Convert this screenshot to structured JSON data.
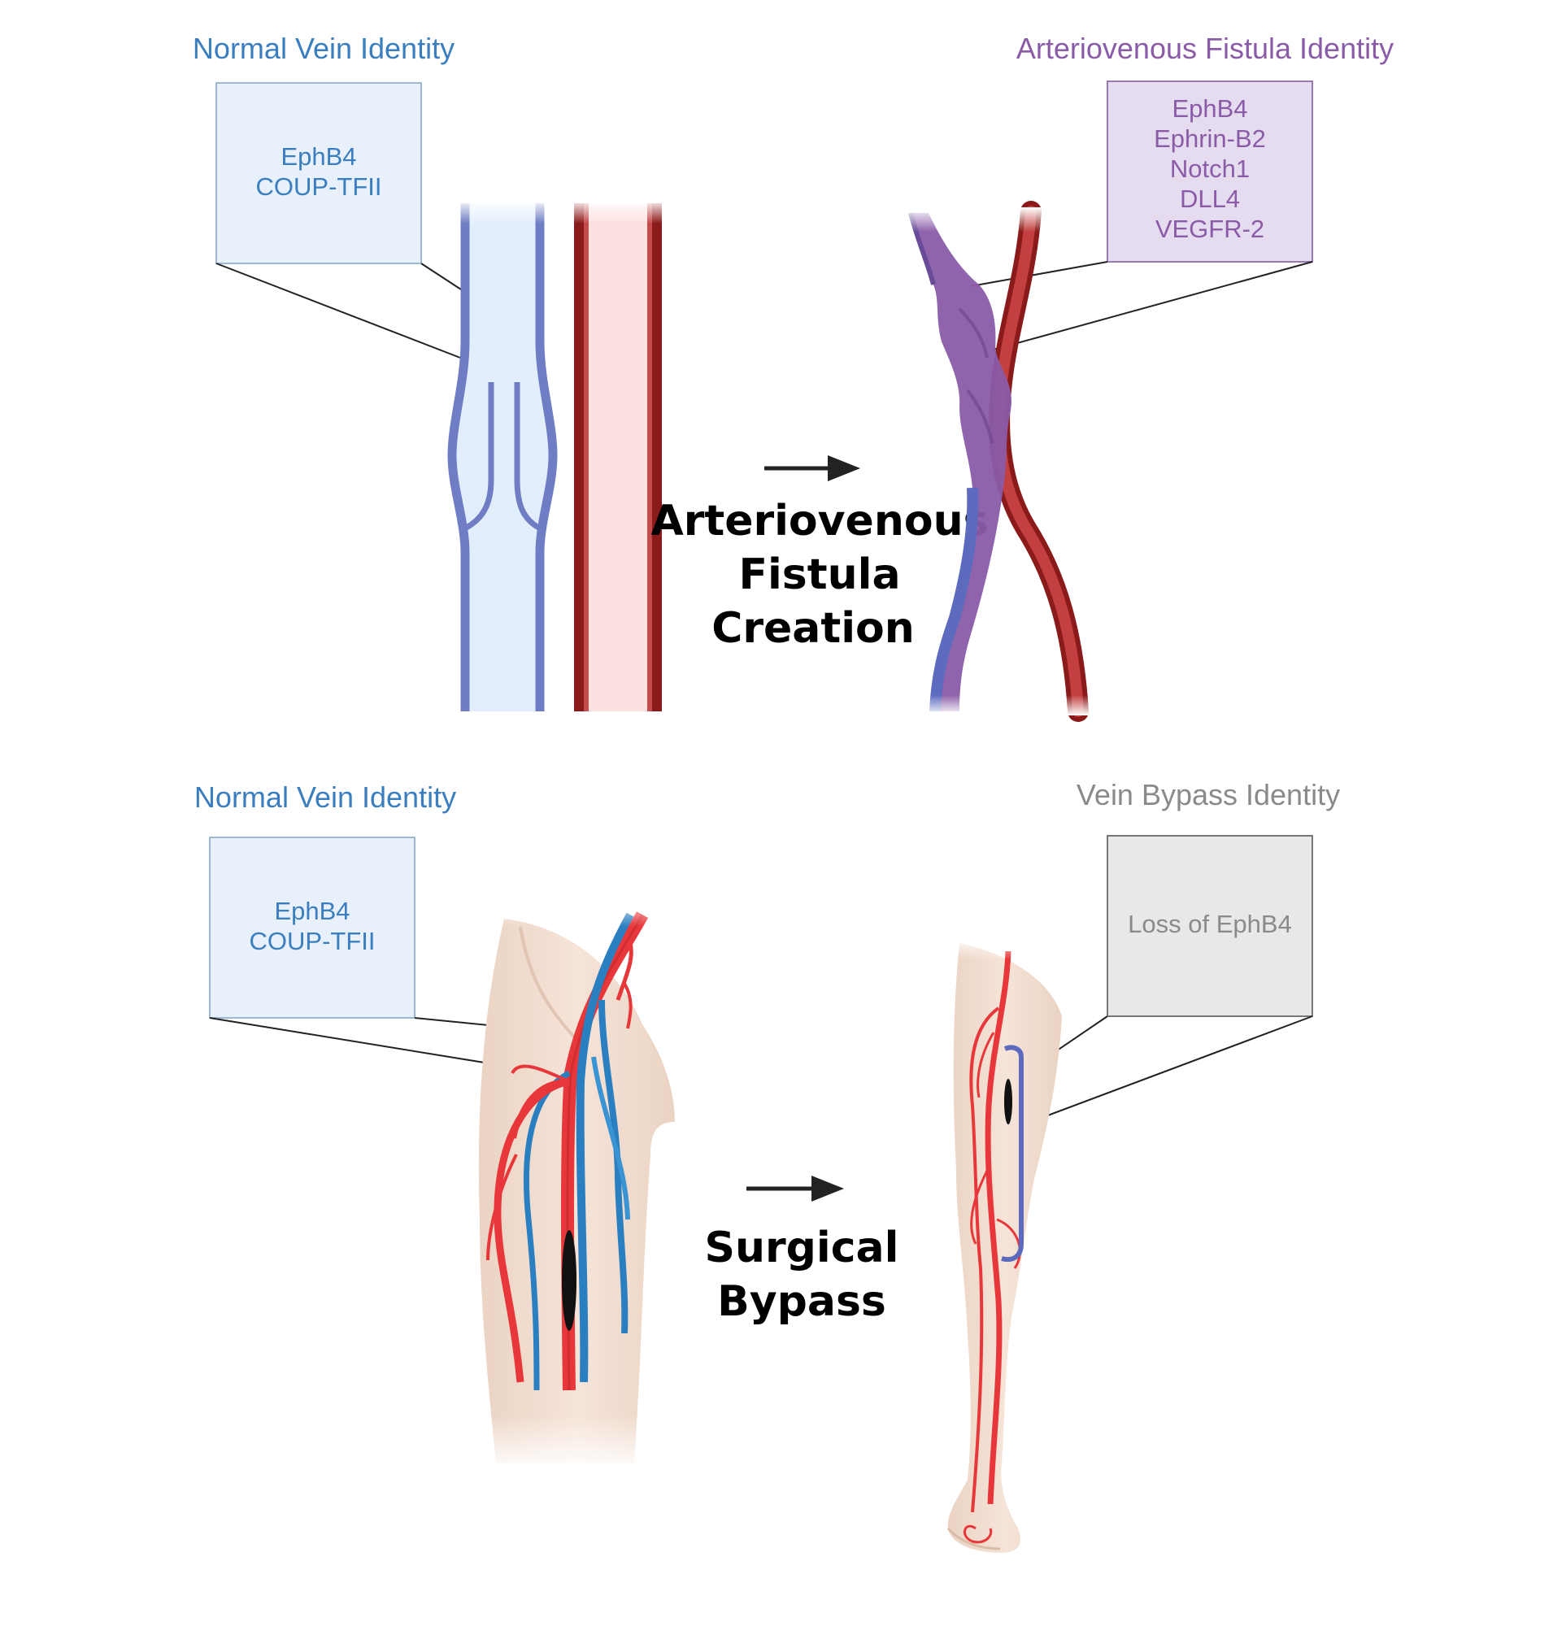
{
  "colors": {
    "vein_blue": "#6f7ec4",
    "artery_red": "#8b1a1a",
    "fistula_purple": "#8a5ca8",
    "normal_text": "#3a7ebf",
    "fistula_text": "#8a5ca8",
    "bypass_text": "#8a8a8a",
    "skin": "#f2dccd",
    "artery_bright": "#e8373a",
    "vein_cyan": "#2a7fc1"
  },
  "top": {
    "left_title": "Normal Vein Identity",
    "left_box": [
      "EphB4",
      "COUP-TFII"
    ],
    "right_title": "Arteriovenous Fistula Identity",
    "right_box": [
      "EphB4",
      "Ephrin-B2",
      "Notch1",
      "DLL4",
      "VEGFR-2"
    ],
    "process_label": [
      "Arteriovenous",
      "Fistula",
      "Creation"
    ]
  },
  "bottom": {
    "left_title": "Normal Vein Identity",
    "left_box": [
      "EphB4",
      "COUP-TFII"
    ],
    "right_title": "Vein Bypass Identity",
    "right_box": [
      "Loss of EphB4"
    ],
    "process_label": [
      "Surgical",
      "Bypass"
    ]
  }
}
